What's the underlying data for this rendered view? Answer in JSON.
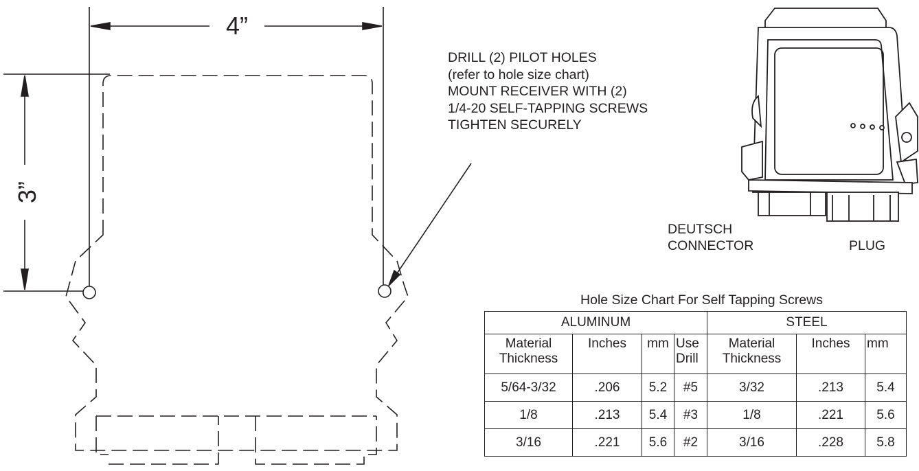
{
  "dimensions": {
    "width": "4”",
    "height": "3”"
  },
  "instruction": {
    "lines": [
      "DRILL (2) PILOT HOLES",
      "(refer to hole size chart)",
      "MOUNT RECEIVER WITH (2)",
      "1/4-20 SELF-TAPPING SCREWS",
      "TIGHTEN SECURELY"
    ]
  },
  "connector_labels": {
    "deutsch_line1": "DEUTSCH",
    "deutsch_line2": "CONNECTOR",
    "plug": "PLUG"
  },
  "hole_chart": {
    "title": "Hole Size Chart For Self Tapping Screws",
    "groups": [
      "ALUMINUM",
      "STEEL"
    ],
    "headers": {
      "al_thickness": "Material Thickness",
      "al_inches": "Inches",
      "al_mm": "mm",
      "al_drill": "Use Drill",
      "st_thickness": "Material Thickness",
      "st_inches": "Inches",
      "st_mm": "mm"
    },
    "rows": [
      [
        "5/64-3/32",
        ".206",
        "5.2",
        "#5",
        "3/32",
        ".213",
        "5.4"
      ],
      [
        "1/8",
        ".213",
        "5.4",
        "#3",
        "1/8",
        ".221",
        "5.6"
      ],
      [
        "3/16",
        ".221",
        "5.6",
        "#2",
        "3/16",
        ".228",
        "5.8"
      ]
    ]
  }
}
